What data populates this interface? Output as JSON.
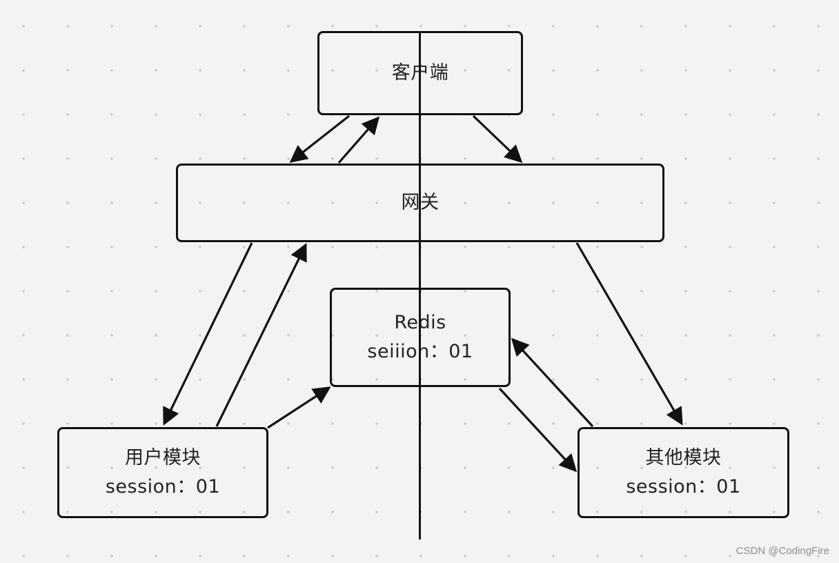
{
  "nodes": {
    "client": {
      "label": "客户端"
    },
    "gateway": {
      "label": "网关"
    },
    "redis": {
      "label": "Redis",
      "sublabel": "seiiion：01"
    },
    "user_module": {
      "label": "用户模块",
      "sublabel": "session：01"
    },
    "other_module": {
      "label": "其他模块",
      "sublabel": "session：01"
    }
  },
  "edges": [
    {
      "from": "client",
      "to": "gateway"
    },
    {
      "from": "gateway",
      "to": "client"
    },
    {
      "from": "client",
      "to": "gateway"
    },
    {
      "from": "gateway",
      "to": "user_module"
    },
    {
      "from": "user_module",
      "to": "gateway"
    },
    {
      "from": "gateway",
      "to": "other_module"
    },
    {
      "from": "user_module",
      "to": "redis"
    },
    {
      "from": "other_module",
      "to": "redis"
    },
    {
      "from": "redis",
      "to": "other_module"
    }
  ],
  "watermark": "CSDN @CodingFire",
  "colors": {
    "stroke": "#111111",
    "background": "#f3f3f5",
    "grid_dot": "#c9c9cc"
  }
}
